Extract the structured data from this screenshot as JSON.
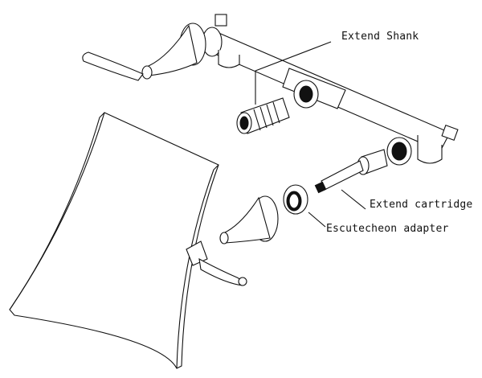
{
  "title": "Wall-mount faucet exploded diagram",
  "labels": {
    "extend_shank": "Extend Shank",
    "extend_cartridge": "Extend cartridge",
    "escutcheon_adapter": "Escutecheon adapter"
  },
  "colors": {
    "line": "#111111",
    "background": "#ffffff"
  }
}
